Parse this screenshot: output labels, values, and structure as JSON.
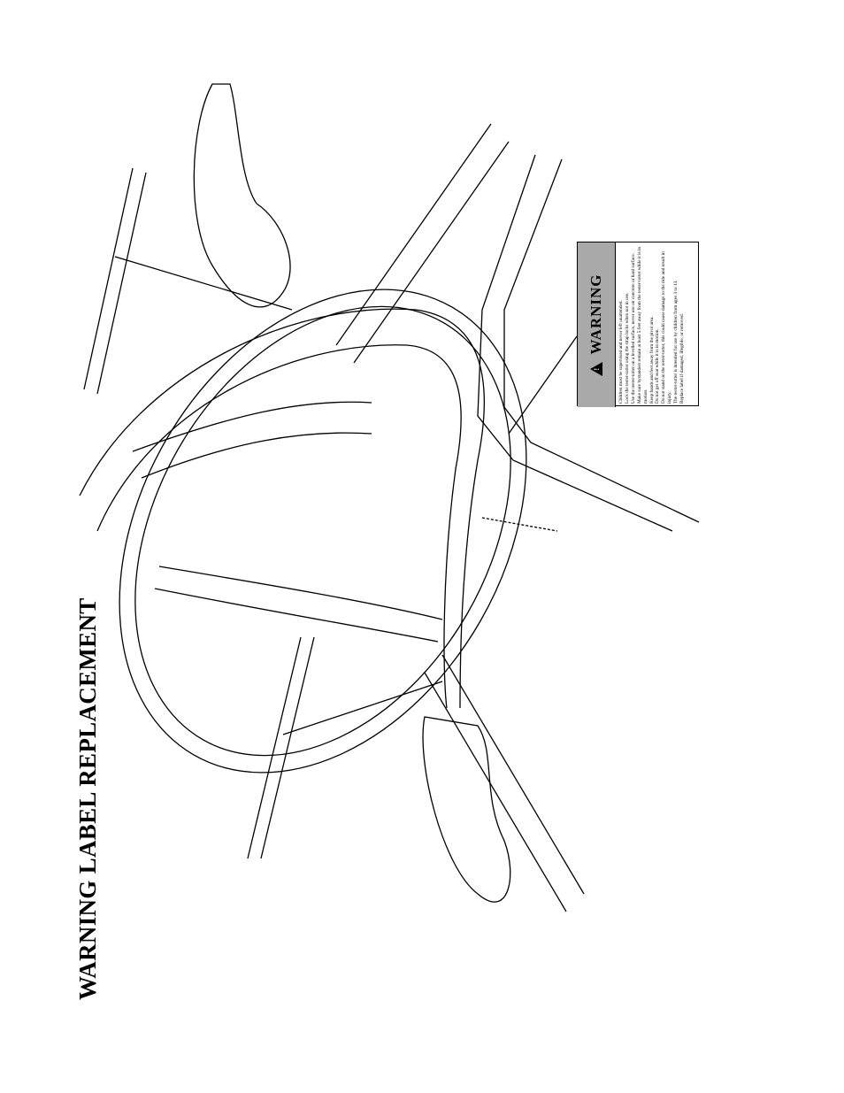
{
  "page": {
    "title": "WARNING LABEL REPLACEMENT"
  },
  "warning_label": {
    "icon": "warning-triangle-icon",
    "heading": "WARNING",
    "lines": [
      "Children must be supervised and never left unattended.",
      "Lock the teeter-totter using the strap locks when not in use.",
      "Use the teeter-totter on a levelled surface, never use on concrete or hard surface.",
      "Make sure bystanders remain at least 5 feet away from the teeter-totter while it is in motion.",
      "Keep hands and feet away from the pivot area.",
      "Do not get off seat while it is in motion.",
      "Do not stand on the teeter-totter, this could cause damage to the ride and result in injury.",
      "The teeter-totter is intended for use by children from ages 3 to 13.",
      "Replace label if damaged, illegible, or removed."
    ],
    "header_color": "#a9a9a9"
  }
}
